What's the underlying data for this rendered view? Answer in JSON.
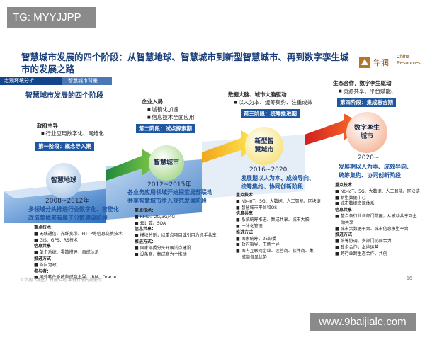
{
  "tag": "TG: MYYJJPP",
  "watermark": "www.9baijiale.com",
  "slide": {
    "title": "智慧城市发展的四个阶段：从智慧地球、智慧城市到新型智慧城市、再到数字孪生城市的发展之路",
    "logo_cn": "华润",
    "logo_en_1": "China",
    "logo_en_2": "Resources",
    "crumb_1": "宏观环境分析",
    "crumb_2": "智慧城市背景",
    "subtitle": "智慧城市发展的四个阶段",
    "footer": "©华润（集团）有限公司 本材料限内部使用",
    "page_number": "16"
  },
  "stages": [
    {
      "tag": "第一阶段：概念导入期",
      "head": "政府主导",
      "bullets": [
        "行业应用数字化、网络化"
      ],
      "circle": "智慧地球",
      "years": "2008~2012年",
      "desc": [
        "多领域分头推进行业数字化、智能化",
        "改造整体来看属于分散建设阶段"
      ],
      "detail": [
        {
          "h": "重点技术："
        },
        {
          "t": "■ 无线通信、光纤宽带、HTTP等信息交换技术"
        },
        {
          "t": "■ GIS、GPS、RS技术"
        },
        {
          "h": "信息共享："
        },
        {
          "t": "■ 单个系统、零散搭建，自成体系"
        },
        {
          "h": "推进方式："
        },
        {
          "t": "■ 各自为政"
        },
        {
          "h": "参与者："
        },
        {
          "t": "■ 国外软件系统集成商主导、IBM、Oracle"
        }
      ]
    },
    {
      "tag": "第二阶段：试点探索期",
      "head": "企业入局",
      "bullets": [
        "城镇化加速",
        "信息技术全面应用"
      ],
      "circle": "智慧城市",
      "years": "2012~2015年",
      "desc": [
        "各业务应用领域开始探索局部联动",
        "共享智慧城市步入规范发展阶段"
      ],
      "detail": [
        {
          "h": "重点技术："
        },
        {
          "t": "■ RFID、2G/3G/4G"
        },
        {
          "t": "■ 云计算、SOA"
        },
        {
          "h": "信息共享："
        },
        {
          "t": "■ 模块分割，以重点项目或引用为抓手共享"
        },
        {
          "h": "推进方式："
        },
        {
          "t": "■ 国家部委分头开展试点建设"
        },
        {
          "t": "■ 设备商、集成商为主推动"
        }
      ]
    },
    {
      "tag": "第三阶段：统筹推进期",
      "head": "数据大脑、城市大脑驱动",
      "bullets": [
        "以人为本、统筹集约、注重成效"
      ],
      "circle": "新型智慧城市",
      "years": "2016~2020",
      "desc": [
        "发展期以人为本、成效导向、",
        "统筹集约、协同创新阶段"
      ],
      "detail": [
        {
          "h": "重点技术："
        },
        {
          "t": "■ Nb-IoT、5G、大数据、人工智能、区块链"
        },
        {
          "t": "■ 智慧城市平台和OS"
        },
        {
          "h": "信息共享："
        },
        {
          "t": "■ 系统统筹推进、集成共享、城市大脑"
        },
        {
          "t": "■ 一体化管理"
        },
        {
          "h": "推进方式："
        },
        {
          "t": "■ 国家统筹，25部委"
        },
        {
          "t": "■ 政府指导、市场主导"
        },
        {
          "t": "■ 国内互联网企业、运营商、软件商、集"
        },
        {
          "t": "成商各显优势"
        }
      ]
    },
    {
      "tag": "第四阶段：集成融合期",
      "head": "生态合作，数字孪生驱动",
      "bullets": [
        "资源共享、平台赋能、",
        "……"
      ],
      "circle": "数字孪生城市",
      "years": "2020~",
      "desc": [
        "发展期以人为本、成效导向、",
        "统筹集约、协同创新阶段"
      ],
      "detail": [
        {
          "h": "重点技术："
        },
        {
          "t": "■ Nb-IoT、5G、大数据、人工智能、区块链"
        },
        {
          "t": "■ 新型数据中心"
        },
        {
          "t": "■ 城市数据资源体系"
        },
        {
          "h": "信息共享："
        },
        {
          "t": "■ 整合各行业各部门数据，从被动共享到主"
        },
        {
          "t": "动共享"
        },
        {
          "t": "■ 城市大数据平台、城市信息模型平台"
        },
        {
          "h": "推进方式："
        },
        {
          "t": "■ 统筹协调，多部门协同合力"
        },
        {
          "t": "■ 政企合作，本地运营"
        },
        {
          "t": "■ 跨行业跨生态合作，共创"
        }
      ]
    }
  ]
}
